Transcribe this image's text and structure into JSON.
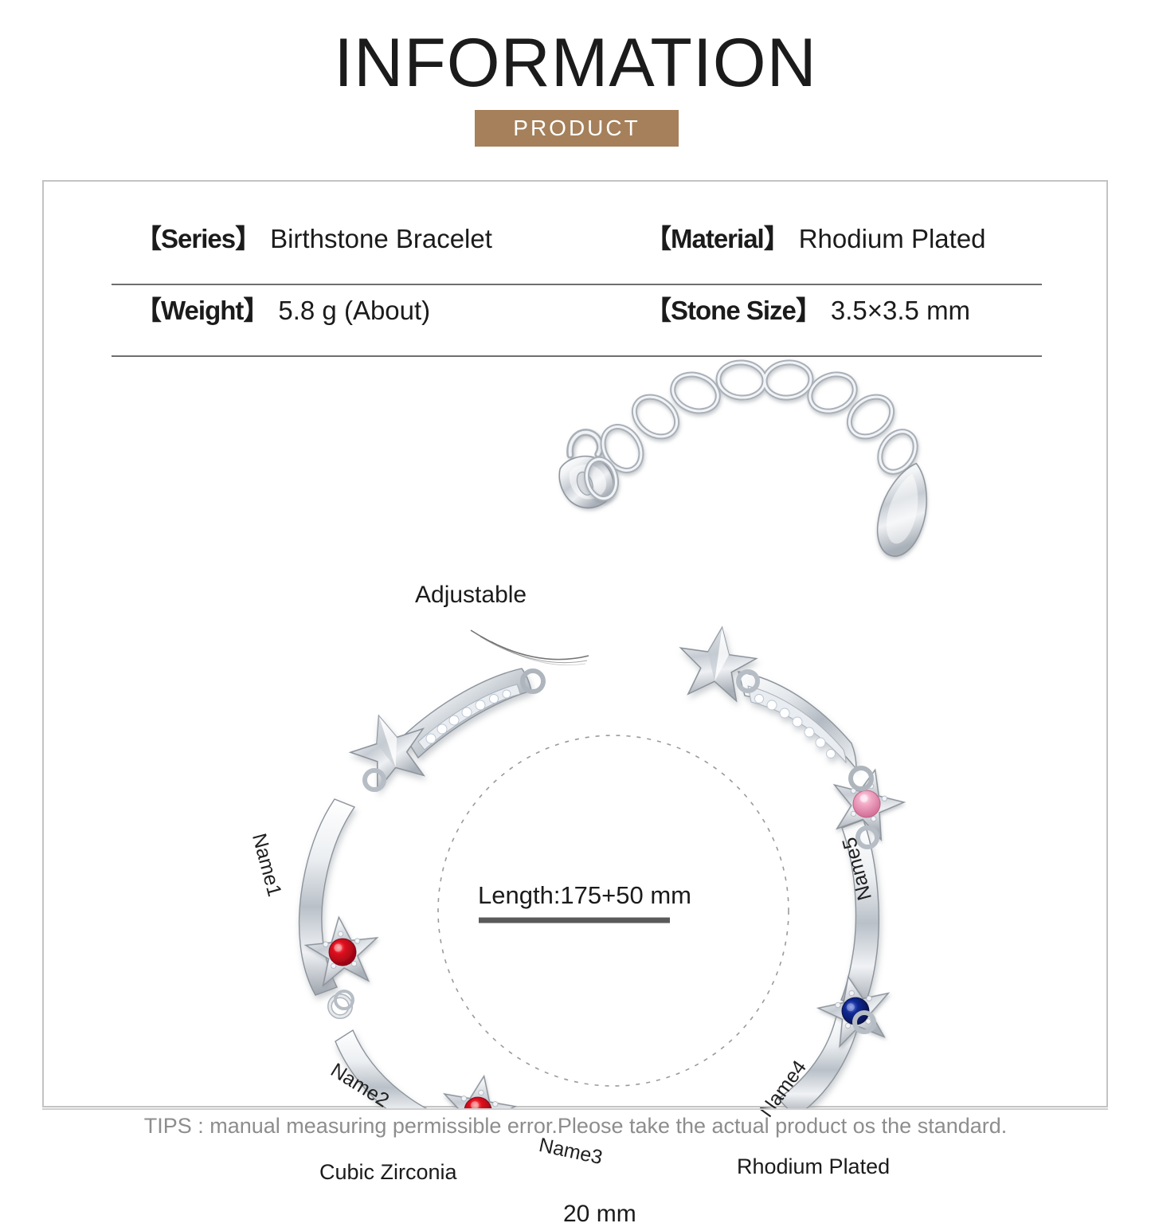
{
  "header": {
    "title": "INFORMATION",
    "badge_label": "PRODUCT",
    "badge_color": "#A5805A"
  },
  "specs": {
    "rows": [
      {
        "left": {
          "key": "【Series】",
          "value": "Birthstone Bracelet"
        },
        "right": {
          "key": "【Material】",
          "value": "Rhodium Plated"
        }
      },
      {
        "left": {
          "key": "【Weight】",
          "value": "5.8 g (About)"
        },
        "right": {
          "key": "【Stone Size】",
          "value": "3.5×3.5 mm"
        }
      }
    ]
  },
  "product": {
    "type": "star birthstone bracelet",
    "annotations": {
      "adjustable": "Adjustable",
      "length": "Length:175+50 mm",
      "cubic_zirconia": "Cubic Zirconia",
      "rhodium_plated": "Rhodium Plated",
      "width": "20 mm"
    },
    "engraved_names": [
      "Name1",
      "Name2",
      "Name3",
      "Name4",
      "Name5"
    ],
    "birthstones": [
      {
        "name": "Name1",
        "color": "#C9001B",
        "label": "red"
      },
      {
        "name": "Name2",
        "color": "#D5121A",
        "label": "red"
      },
      {
        "name": "Name3",
        "color": "#00833E",
        "label": "green"
      },
      {
        "name": "Name4",
        "color": "#0A1E78",
        "label": "blue"
      },
      {
        "name": "Name5",
        "color": "#EFA0BE",
        "label": "pink"
      }
    ],
    "metal_color": "#C8CCD2",
    "clasp": "lobster-clasp",
    "extender": "adjustable-chain",
    "charm": "teardrop-charm"
  },
  "footer": {
    "tip": "TIPS : manual measuring permissible error.Pleose take the actual product os the standard."
  }
}
